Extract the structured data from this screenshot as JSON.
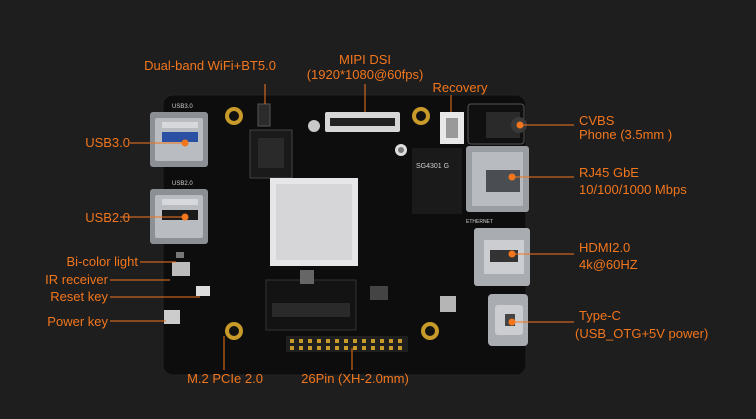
{
  "labels": {
    "wifi": "Dual-band WiFi+BT5.0",
    "mipi_title": "MIPI DSI",
    "mipi_sub": "(1920*1080@60fps)",
    "recovery": "Recovery",
    "cvbs_title": "CVBS",
    "cvbs_sub": "Phone (3.5mm )",
    "usb3": "USB3.0",
    "usb2": "USB2.0",
    "rj45_title": "RJ45 GbE",
    "rj45_sub": "10/100/1000 Mbps",
    "hdmi_title": "HDMI2.0",
    "hdmi_sub": "4k@60HZ",
    "bicolor": "Bi-color light",
    "ir": "IR receiver",
    "reset": "Reset key",
    "power": "Power key",
    "typec_title": "Type-C",
    "typec_sub": "(USB_OTG+5V power)",
    "m2": "M.2 PCIe 2.0",
    "pin26": "26Pin (XH-2.0mm)"
  },
  "board_text": {
    "usb3_tag": "USB3.0",
    "usb2_tag": "USB2.0",
    "chip_mark": "SG4301 G",
    "eth_tag": "ETHERNET"
  },
  "colors": {
    "background": "#1e1e1e",
    "accent": "#f2761d",
    "board": "#0d0d0d"
  }
}
